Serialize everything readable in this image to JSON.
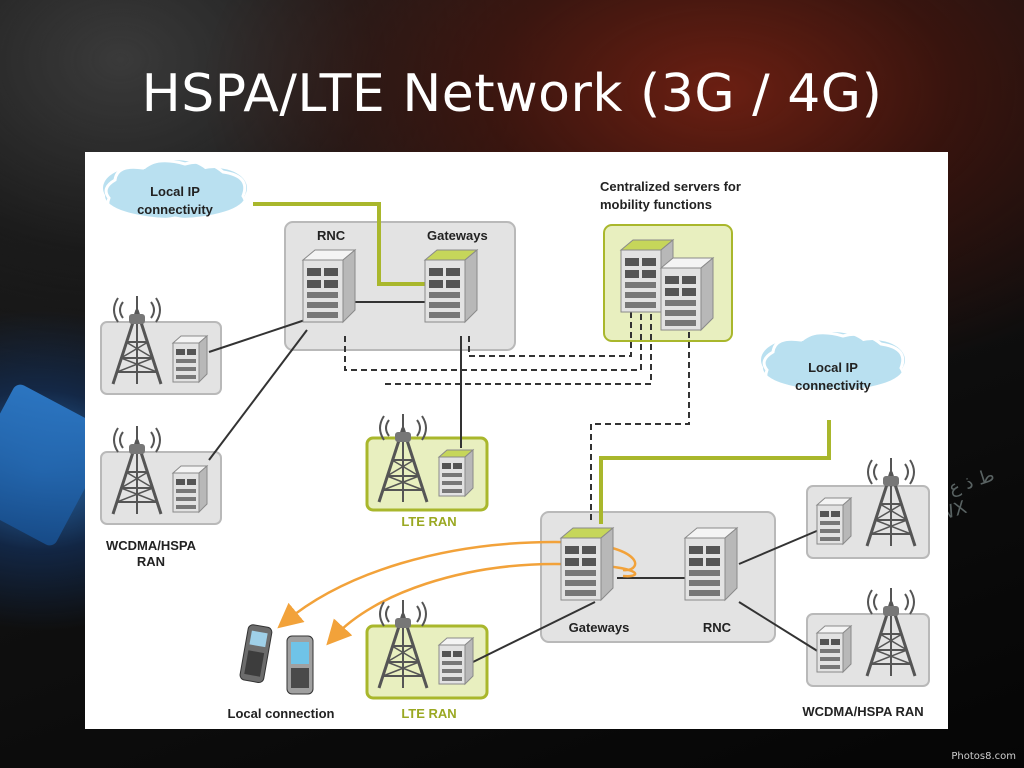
{
  "slide": {
    "title": "HSPA/LTE Network (3G / 4G)",
    "keyboard_glyphs": "ط ذ ع ق WX",
    "credit": "Photos8.com"
  },
  "diagram": {
    "labels": {
      "cloud_top_left": [
        "Local IP",
        "connectivity"
      ],
      "cloud_right": [
        "Local IP",
        "connectivity"
      ],
      "servers": [
        "Centralized servers for",
        "mobility functions"
      ],
      "rnc_top": "RNC",
      "gateways_top": "Gateways",
      "wcdma_left": [
        "WCDMA/HSPA",
        "RAN"
      ],
      "lte_ran_mid": "LTE RAN",
      "lte_ran_bottom": "LTE RAN",
      "gateways_bottom": "Gateways",
      "rnc_bottom": "RNC",
      "wcdma_right": "WCDMA/HSPA RAN",
      "local_connection": "Local connection"
    },
    "colors": {
      "gray_box": "#e3e3e3",
      "gray_box_border": "#b9b9b9",
      "green_box": "#e8efbf",
      "green_border": "#a9b72c",
      "green_link": "#a9b72c",
      "cloud": "#b9e0f0",
      "orange_arrow": "#f2a23a",
      "server_top": "#c6d65a"
    },
    "icons": [
      "cloud-icon",
      "server-icon",
      "cell-tower-icon",
      "mobile-phone-icon"
    ]
  }
}
